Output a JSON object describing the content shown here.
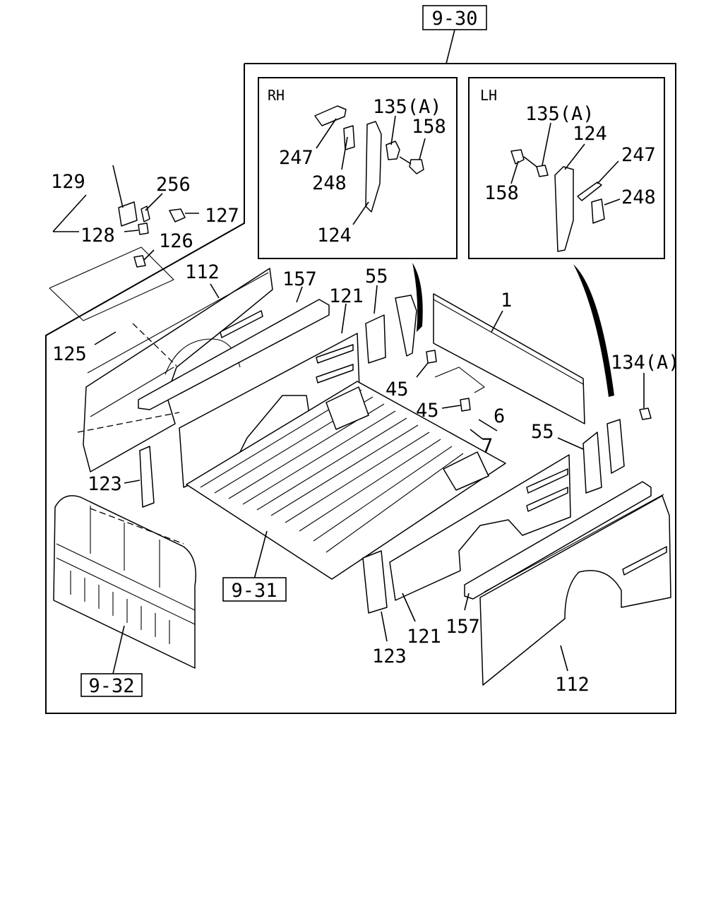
{
  "refs": {
    "r930": "9-30",
    "r931": "9-31",
    "r932": "9-32"
  },
  "insets": {
    "rh": "RH",
    "lh": "LH"
  },
  "callouts": {
    "rh_247": "247",
    "rh_248": "248",
    "rh_135a": "135(A)",
    "rh_158": "158",
    "rh_124": "124",
    "lh_135a": "135(A)",
    "lh_124": "124",
    "lh_247": "247",
    "lh_158": "158",
    "lh_248": "248",
    "p129": "129",
    "p256": "256",
    "p127": "127",
    "p128": "128",
    "p126": "126",
    "p112_top": "112",
    "p157_top": "157",
    "p121_top": "121",
    "p55_left": "55",
    "p1": "1",
    "p125": "125",
    "p134a": "134(A)",
    "p45_upper": "45",
    "p45_lower": "45",
    "p6": "6",
    "p7": "7",
    "p55_right": "55",
    "p123_left": "123",
    "p121_bottom": "121",
    "p157_bottom": "157",
    "p123_bottom": "123",
    "p112_bottom": "112"
  }
}
